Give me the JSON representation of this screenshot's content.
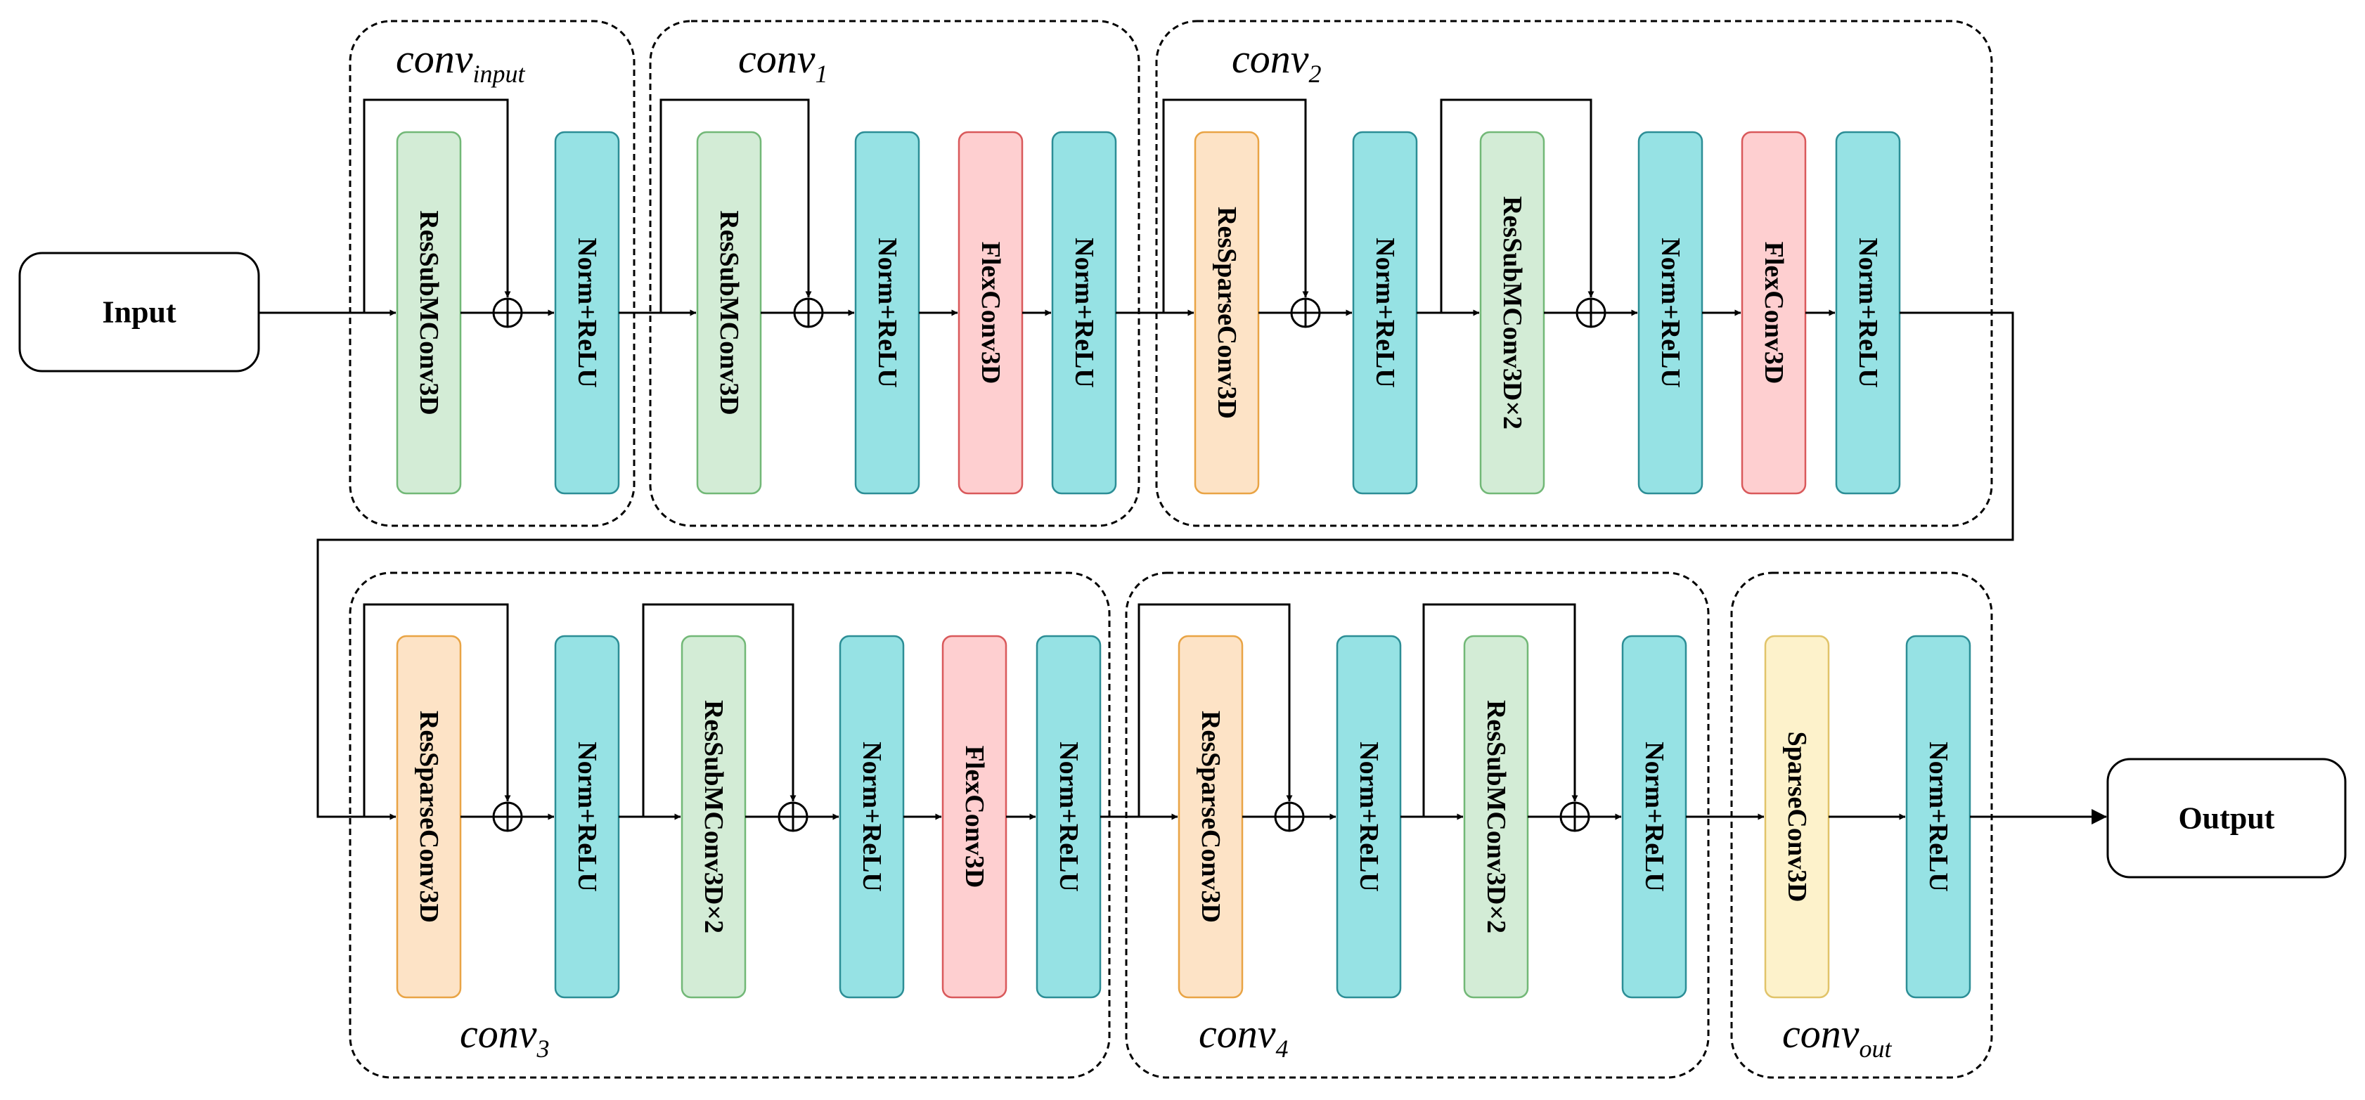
{
  "colors": {
    "res_subm": {
      "fill": "#d3ecd6",
      "stroke": "#72b877"
    },
    "res_sparse": {
      "fill": "#fde3c6",
      "stroke": "#e9a445"
    },
    "norm_relu": {
      "fill": "#96e2e4",
      "stroke": "#2c8e96"
    },
    "flex": {
      "fill": "#fecfd0",
      "stroke": "#d9595b"
    },
    "sparse": {
      "fill": "#fdf2cb",
      "stroke": "#e1c46a"
    }
  },
  "io": {
    "input": "Input",
    "output": "Output"
  },
  "groups": {
    "conv_input": {
      "base": "conv",
      "sub": "input"
    },
    "conv_1": {
      "base": "conv",
      "sub": "1"
    },
    "conv_2": {
      "base": "conv",
      "sub": "2"
    },
    "conv_3": {
      "base": "conv",
      "sub": "3"
    },
    "conv_4": {
      "base": "conv",
      "sub": "4"
    },
    "conv_out": {
      "base": "conv",
      "sub": "out"
    }
  },
  "blocks": {
    "b1": {
      "label": "ResSubMConv3D",
      "kind": "res_subm"
    },
    "b2": {
      "label": "Norm+ReLU",
      "kind": "norm_relu"
    },
    "b3": {
      "label": "ResSubMConv3D",
      "kind": "res_subm"
    },
    "b4": {
      "label": "Norm+ReLU",
      "kind": "norm_relu"
    },
    "b5": {
      "label": "FlexConv3D",
      "kind": "flex"
    },
    "b6": {
      "label": "Norm+ReLU",
      "kind": "norm_relu"
    },
    "b7": {
      "label": "ResSparseConv3D",
      "kind": "res_sparse"
    },
    "b8": {
      "label": "Norm+ReLU",
      "kind": "norm_relu"
    },
    "b9": {
      "label": "ResSubMConv3D×2",
      "kind": "res_subm"
    },
    "b10": {
      "label": "Norm+ReLU",
      "kind": "norm_relu"
    },
    "b11": {
      "label": "FlexConv3D",
      "kind": "flex"
    },
    "b12": {
      "label": "Norm+ReLU",
      "kind": "norm_relu"
    },
    "b13": {
      "label": "ResSparseConv3D",
      "kind": "res_sparse"
    },
    "b14": {
      "label": "Norm+ReLU",
      "kind": "norm_relu"
    },
    "b15": {
      "label": "ResSubMConv3D×2",
      "kind": "res_subm"
    },
    "b16": {
      "label": "Norm+ReLU",
      "kind": "norm_relu"
    },
    "b17": {
      "label": "FlexConv3D",
      "kind": "flex"
    },
    "b18": {
      "label": "Norm+ReLU",
      "kind": "norm_relu"
    },
    "b19": {
      "label": "ResSparseConv3D",
      "kind": "res_sparse"
    },
    "b20": {
      "label": "Norm+ReLU",
      "kind": "norm_relu"
    },
    "b21": {
      "label": "ResSubMConv3D×2",
      "kind": "res_subm"
    },
    "b22": {
      "label": "Norm+ReLU",
      "kind": "norm_relu"
    },
    "b23": {
      "label": "SparseConv3D",
      "kind": "sparse"
    },
    "b24": {
      "label": "Norm+ReLU",
      "kind": "norm_relu"
    }
  }
}
